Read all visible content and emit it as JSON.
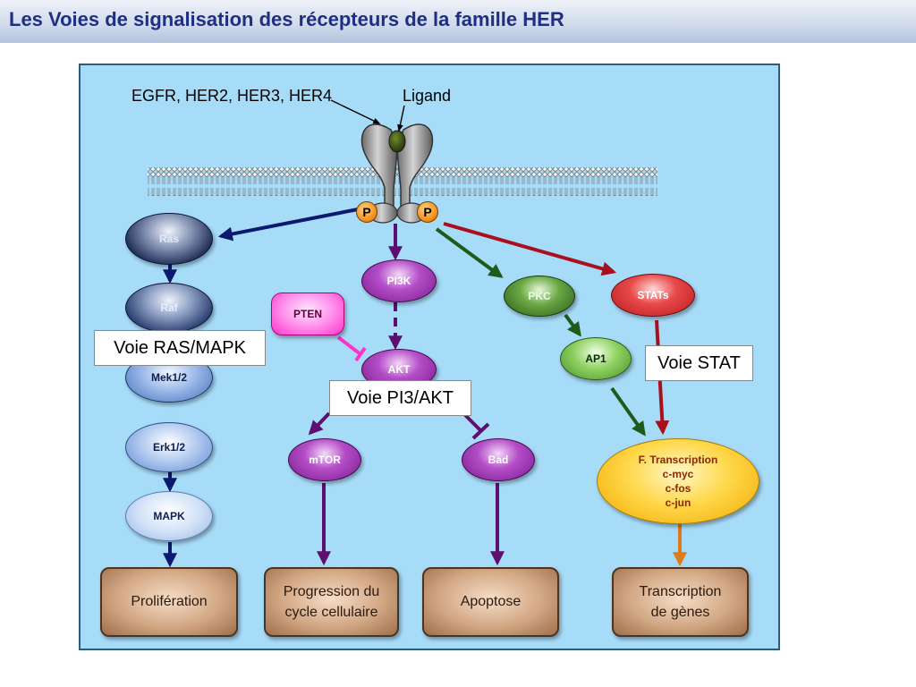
{
  "title": "Les Voies de signalisation des récepteurs de la famille HER",
  "receptor_label": "EGFR, HER2, HER3, HER4",
  "ligand_label": "Ligand",
  "phospho_label": "P",
  "nodes": {
    "ras": "Ras",
    "raf": "Raf",
    "mek": "Mek1/2",
    "erk": "Erk1/2",
    "mapk": "MAPK",
    "pi3k": "PI3K",
    "pten": "PTEN",
    "akt": "AKT",
    "mtor": "mTOR",
    "bad": "Bad",
    "pkc": "PKC",
    "ap1": "AP1",
    "stats": "STATs"
  },
  "transcription_factor": {
    "title": "F. Transcription",
    "genes": [
      "c-myc",
      "c-fos",
      "c-jun"
    ]
  },
  "outcomes": {
    "proliferation": "Prolifération",
    "cycle_line1": "Progression du",
    "cycle_line2": "cycle cellulaire",
    "apoptose": "Apoptose",
    "transcription_line1": "Transcription",
    "transcription_line2": "de gènes"
  },
  "pathways": {
    "ras_mapk": "Voie RAS/MAPK",
    "pi3k_akt": "Voie PI3/AKT",
    "stat": "Voie STAT"
  },
  "colors": {
    "title_text": "#1f2f82",
    "panel_bg": "#a7dcf8",
    "ras_arrow": "#0b1a6e",
    "pi3k_arrow": "#5c0f6e",
    "pkc_arrow": "#1f5a1a",
    "stat_arrow": "#a8101e",
    "tf_arrow": "#e07a1a",
    "pten_inhibit": "#ff33cc"
  }
}
